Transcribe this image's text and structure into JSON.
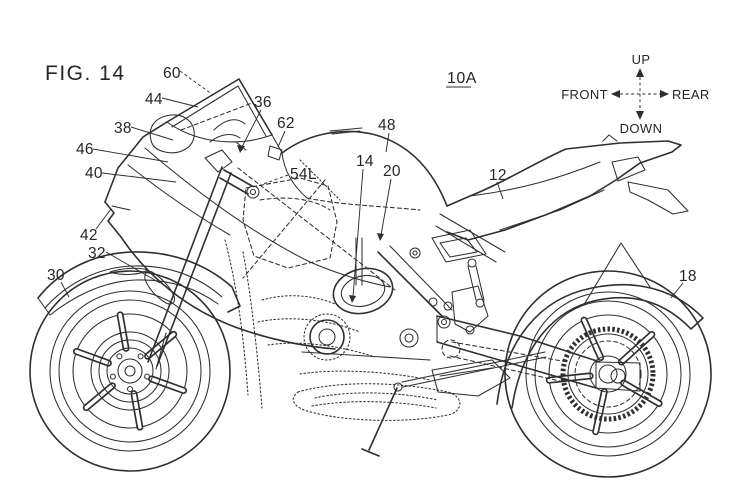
{
  "figure": {
    "title": "FIG. 14",
    "reference": "10A",
    "description_visible": "Patent line drawing, right-side view of a sport motorcycle with numbered reference leaders"
  },
  "compass": {
    "up": "UP",
    "down": "DOWN",
    "front": "FRONT",
    "rear": "REAR"
  },
  "reference_numerals": [
    {
      "text": "60"
    },
    {
      "text": "44"
    },
    {
      "text": "38"
    },
    {
      "text": "46"
    },
    {
      "text": "40"
    },
    {
      "text": "42"
    },
    {
      "text": "32"
    },
    {
      "text": "30"
    },
    {
      "text": "36"
    },
    {
      "text": "62"
    },
    {
      "text": "54L"
    },
    {
      "text": "48"
    },
    {
      "text": "14"
    },
    {
      "text": "20"
    },
    {
      "text": "12"
    },
    {
      "text": "18"
    }
  ],
  "colors": {
    "ink": "#2f2f2f",
    "paper": "#ffffff"
  }
}
